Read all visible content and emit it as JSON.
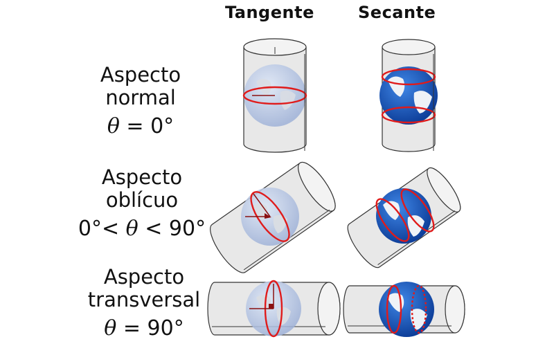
{
  "columns": {
    "tangent": "Tangente",
    "secant": "Secante"
  },
  "rows": [
    {
      "line1": "Aspecto",
      "line2": "normal",
      "eq_symbol": "θ",
      "eq_text": " = 0°"
    },
    {
      "line1": "Aspecto",
      "line2": "oblícuo",
      "eq_pre": "0°< ",
      "eq_symbol": "θ",
      "eq_text": " < 90°"
    },
    {
      "line1": "Aspecto",
      "line2": "transversal",
      "eq_symbol": "θ",
      "eq_text": " = 90°"
    }
  ],
  "colors": {
    "cylinder_fill": "#e8e8e8",
    "cylinder_stroke": "#333333",
    "contact_line": "#e01b1b",
    "globe_pale": "#b9c9e6",
    "globe_blue": "#1f5fc4"
  }
}
